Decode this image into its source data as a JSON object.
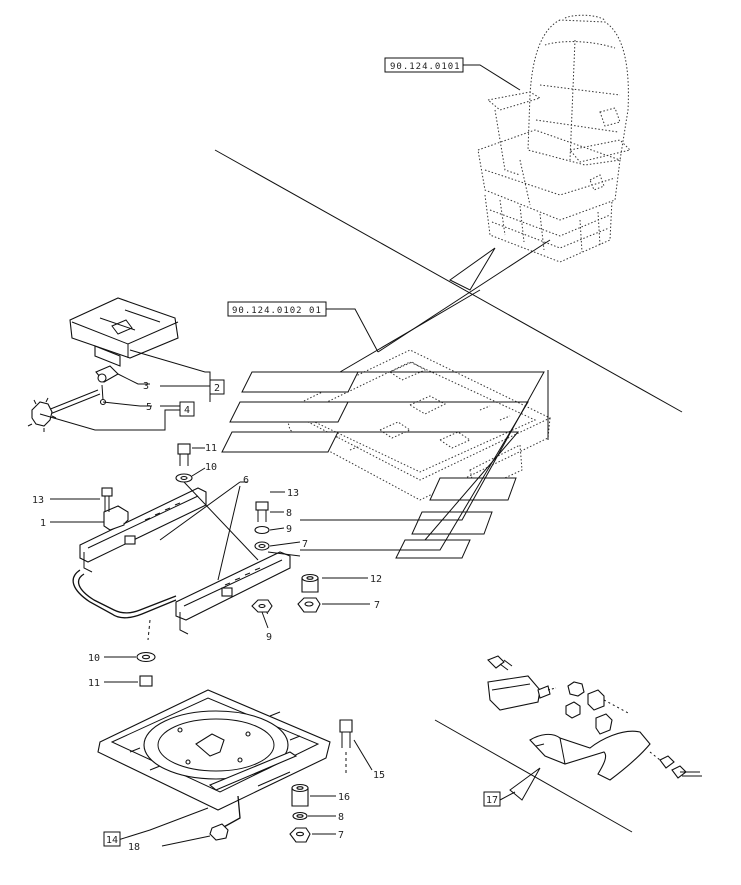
{
  "refs": {
    "seat": "90.124.0101",
    "base": "90.124.0102 01"
  },
  "boxed": {
    "b2": "2",
    "b4": "4",
    "b14": "14",
    "b17": "17"
  },
  "labels": {
    "l1": "1",
    "l3": "3",
    "l5": "5",
    "l6": "6",
    "l7a": "7",
    "l7b": "7",
    "l7c": "7",
    "l8a": "8",
    "l8b": "8",
    "l9a": "9",
    "l9b": "9",
    "l10a": "10",
    "l10b": "10",
    "l11a": "11",
    "l11b": "11",
    "l12": "12",
    "l13a": "13",
    "l13b": "13",
    "l15": "15",
    "l16": "16",
    "l18": "18"
  }
}
